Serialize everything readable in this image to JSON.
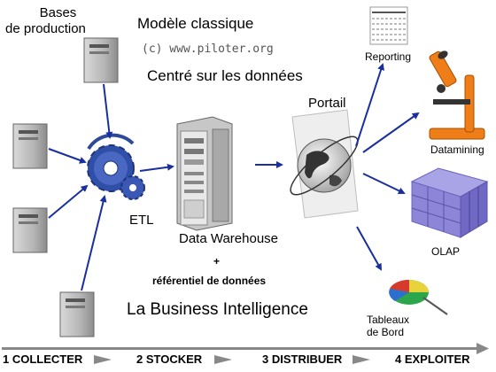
{
  "diagram": {
    "sources_label_line1": "Bases",
    "sources_label_line2": "de production",
    "title_model": "Modèle classique",
    "copyright": "(c) www.piloter.org",
    "subtitle": "Centré sur les données",
    "etl_label": "ETL",
    "warehouse_label": "Data Warehouse",
    "plus": "+",
    "referentiel": "référentiel de données",
    "portal_label": "Portail",
    "reporting_label": "Reporting",
    "datamining_label": "Datamining",
    "olap_label": "OLAP",
    "dashboard_line1": "Tableaux",
    "dashboard_line2": "de Bord",
    "footer_title": "La Business Intelligence",
    "steps": [
      "1 COLLECTER",
      "2 STOCKER",
      "3 DISTRIBUER",
      "4 EXPLOITER"
    ]
  },
  "colors": {
    "arrow": "#1a2f9e",
    "timeline": "#888888",
    "gear": "#2f4fa8",
    "microscope": "#ef7d18",
    "cube": "#7f78cf"
  },
  "icons": [
    "server-icon",
    "gear-icon",
    "warehouse-rack-icon",
    "globe-icon",
    "report-sheet-icon",
    "microscope-icon",
    "olap-cube-icon",
    "pie-chart-icon"
  ]
}
